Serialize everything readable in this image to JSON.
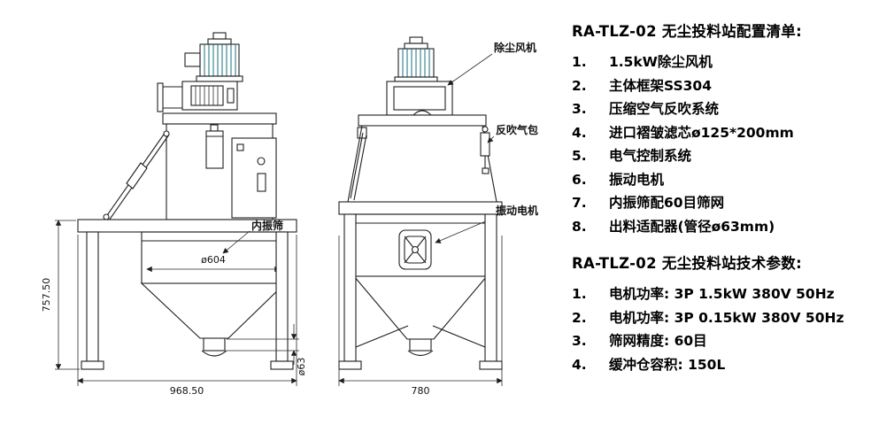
{
  "colors": {
    "accent": "#2fa9b8",
    "accent_dark": "#17707e",
    "line": "#1f1f1f"
  },
  "front_view": {
    "dims": {
      "height": "757.50",
      "width": "968.50",
      "hopper_diameter": "ø604",
      "outlet_diameter": "ø63"
    },
    "callouts": {
      "inner_screen": "内振筛"
    }
  },
  "side_view": {
    "dims": {
      "width": "780"
    },
    "callouts": {
      "dust_fan": "除尘风机",
      "blowback_airbag": "反吹气包",
      "vibration_motor": "振动电机"
    }
  },
  "spec_panel": {
    "config_title": "RA-TLZ-02 无尘投料站配置清单:",
    "config_items": [
      {
        "num": "1.",
        "text": "1.5kW除尘风机"
      },
      {
        "num": "2.",
        "text": "主体框架SS304"
      },
      {
        "num": "3.",
        "text": "压缩空气反吹系统"
      },
      {
        "num": "4.",
        "text": "进口褶皱滤芯ø125*200mm"
      },
      {
        "num": "5.",
        "text": "电气控制系统"
      },
      {
        "num": "6.",
        "text": "振动电机"
      },
      {
        "num": "7.",
        "text": "内振筛配60目筛网"
      },
      {
        "num": "8.",
        "text": "出料适配器(管径ø63mm)"
      }
    ],
    "params_title": "RA-TLZ-02 无尘投料站技术参数:",
    "params_items": [
      {
        "num": "1.",
        "text": "电机功率: 3P 1.5kW 380V 50Hz"
      },
      {
        "num": "2.",
        "text": "电机功率: 3P 0.15kW 380V 50Hz"
      },
      {
        "num": "3.",
        "text": "筛网精度: 60目"
      },
      {
        "num": "4.",
        "text": "缓冲仓容积: 150L"
      }
    ]
  }
}
